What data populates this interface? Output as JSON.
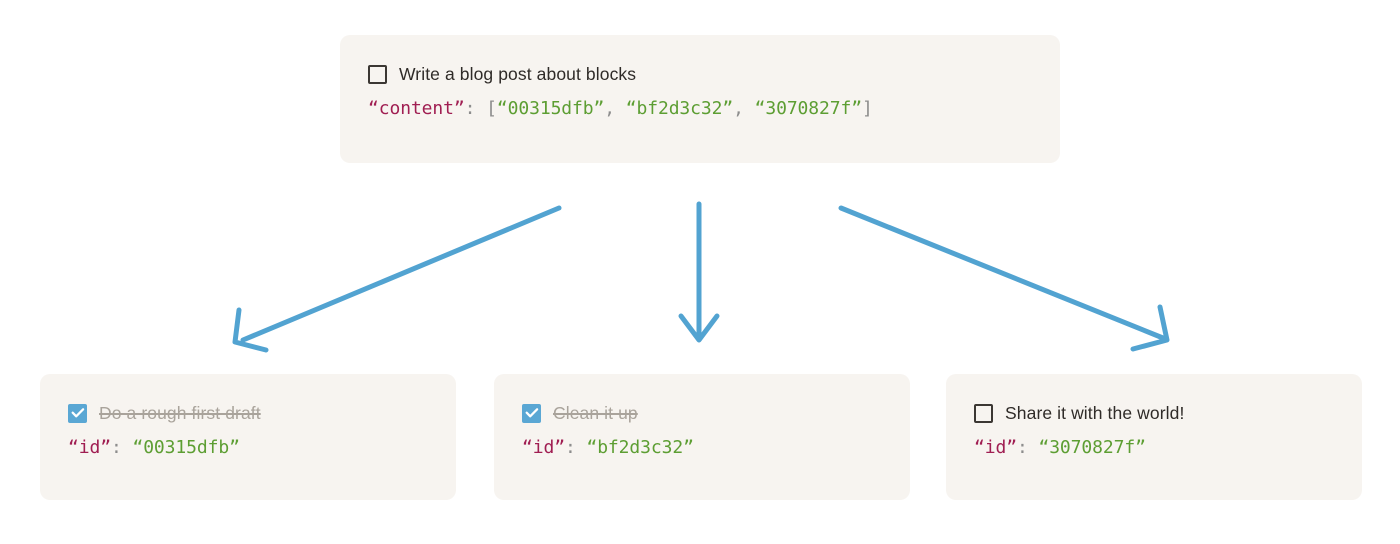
{
  "diagram": {
    "title": "Block references diagram",
    "arrow_color": "#52a3d1",
    "card_background": "#f7f4f0",
    "key_color": "#a01e52",
    "value_color": "#5d9e33",
    "punct_color": "#8d8d8d",
    "checkbox_checked_color": "#5aa7d4",
    "done_text_color": "#a9a39b"
  },
  "parent": {
    "checkbox_state": "unchecked",
    "task_label": "Write a blog post about blocks",
    "json": {
      "key": "“content”",
      "colon": ":",
      "open_bracket": "[",
      "values": [
        "“00315dfb”",
        "“bf2d3c32”",
        "“3070827f”"
      ],
      "separator": ", ",
      "close_bracket": "]"
    }
  },
  "children": [
    {
      "checkbox_state": "checked",
      "task_label": "Do a rough first draft",
      "completed": true,
      "json": {
        "key": "“id”",
        "colon": ":",
        "value": "“00315dfb”"
      }
    },
    {
      "checkbox_state": "checked",
      "task_label": "Clean it up",
      "completed": true,
      "json": {
        "key": "“id”",
        "colon": ":",
        "value": "“bf2d3c32”"
      }
    },
    {
      "checkbox_state": "unchecked",
      "task_label": "Share it with the world!",
      "completed": false,
      "json": {
        "key": "“id”",
        "colon": ":",
        "value": "“3070827f”"
      }
    }
  ],
  "arrows": [
    {
      "name": "arrow-to-child-0",
      "direction": "down-left"
    },
    {
      "name": "arrow-to-child-1",
      "direction": "down"
    },
    {
      "name": "arrow-to-child-2",
      "direction": "down-right"
    }
  ]
}
